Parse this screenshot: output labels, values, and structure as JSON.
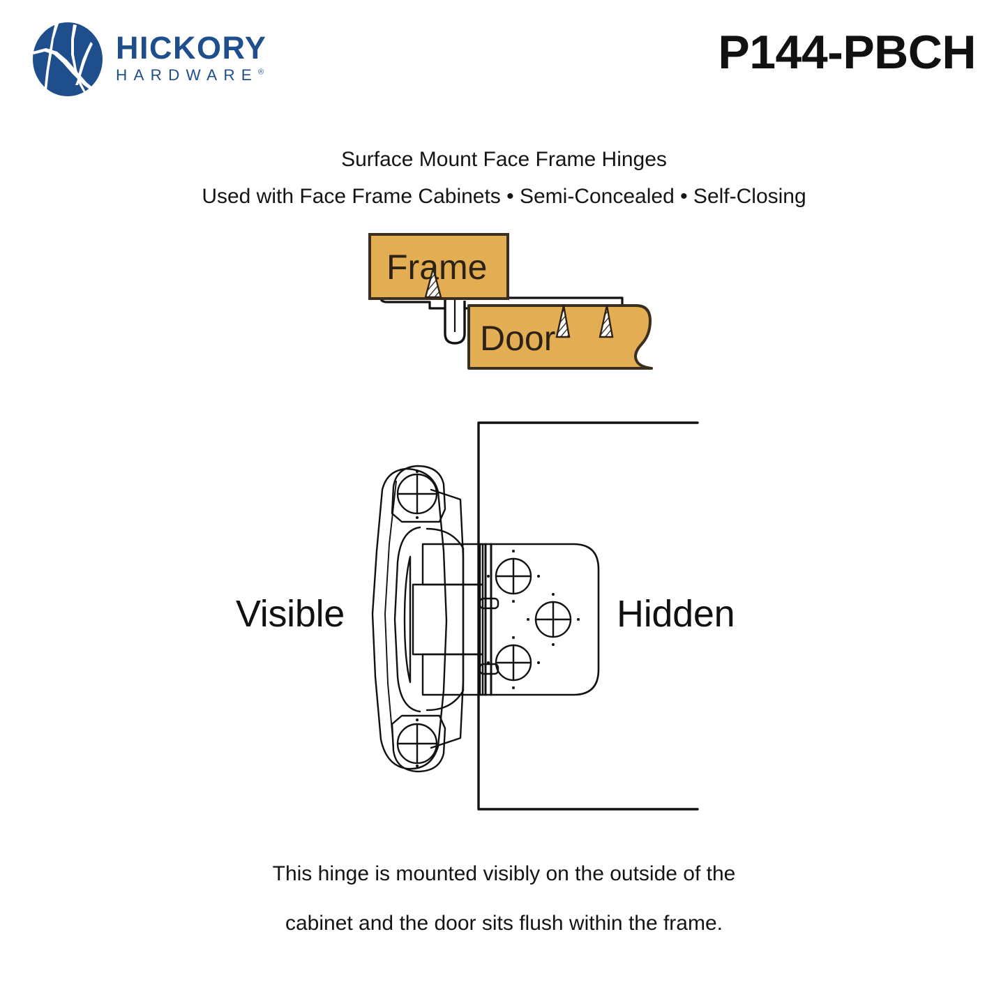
{
  "brand": {
    "logo_icon": "hickory-tree-circle-logo",
    "name_primary": "HICKORY",
    "name_secondary": "HARDWARE",
    "registered_mark": "®"
  },
  "header": {
    "sku": "P144-PBCH"
  },
  "subtitles": {
    "line1": "Surface Mount Face Frame Hinges",
    "line2": "Used with Face Frame Cabinets • Semi-Concealed • Self-Closing"
  },
  "frame_door_diagram": {
    "frame_label": "Frame",
    "door_label": "Door",
    "wood_fill": "#E3AD53",
    "outline": "#3A2E1E",
    "hinge_outline": "#111111"
  },
  "hinge_diagram": {
    "visible_label": "Visible",
    "hidden_label": "Hidden",
    "line_color": "#111111",
    "screw_count": 5,
    "mounting_plate_screws": 3,
    "wing_screws": 2
  },
  "caption": {
    "line1": "This hinge is mounted visibly on the outside of the",
    "line2": "cabinet and the door sits flush within the frame."
  }
}
